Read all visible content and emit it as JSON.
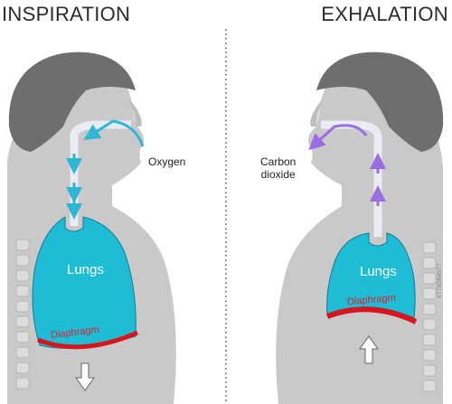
{
  "panels": {
    "left": {
      "title": "INSPIRATION",
      "gas_label": "Oxygen",
      "lungs_label": "Lungs",
      "diaphragm_label": "Diaphragm"
    },
    "right": {
      "title": "EXHALATION",
      "gas_label_line1": "Carbon",
      "gas_label_line2": "dioxide",
      "lungs_label": "Lungs",
      "diaphragm_label": "Diaphragm"
    }
  },
  "stock_id": "#778084677",
  "colors": {
    "body": "#c9c9c9",
    "hair": "#6e6e6e",
    "lungs": "#1fbcd6",
    "diaphragm": "#e0202a",
    "oxygen_arrow": "#2eb6d4",
    "co2_arrow": "#9a6ee0"
  }
}
